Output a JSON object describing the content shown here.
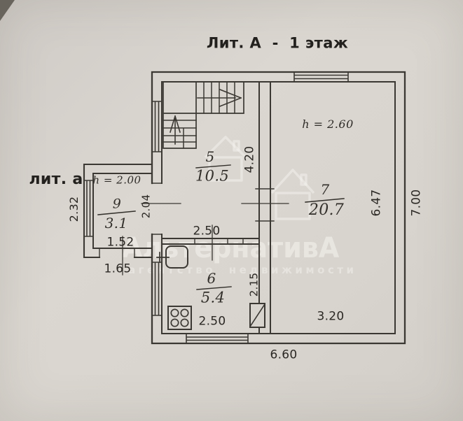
{
  "document": {
    "title": "Лит. А  -  1 этаж",
    "annex_label": "лит. а"
  },
  "rooms": {
    "room5": {
      "number": "5",
      "area": "10.5"
    },
    "room6": {
      "number": "6",
      "area": "5.4"
    },
    "room7": {
      "number": "7",
      "area": "20.7",
      "height_note": "h = 2.60"
    },
    "room9": {
      "number": "9",
      "area": "3.1",
      "height_note": "h = 2.00"
    }
  },
  "dimensions": {
    "room5_width": "2.50",
    "room5_depth": "4.20",
    "room6_width": "2.50",
    "room6_depth": "2.15",
    "room7_width": "3.20",
    "room7_depth": "6.47",
    "room9_width": "1.52",
    "room9_depth": "2.04",
    "annex_width": "1.65",
    "annex_depth": "2.32",
    "building_width": "6.60",
    "building_depth": "7.00"
  },
  "watermark": {
    "brand": "АльтернативА",
    "tagline": "агентство недвижимости"
  },
  "colors": {
    "paper": "#d7d3cd",
    "ink": "#3b3833",
    "watermark": "#f5f3ee"
  }
}
